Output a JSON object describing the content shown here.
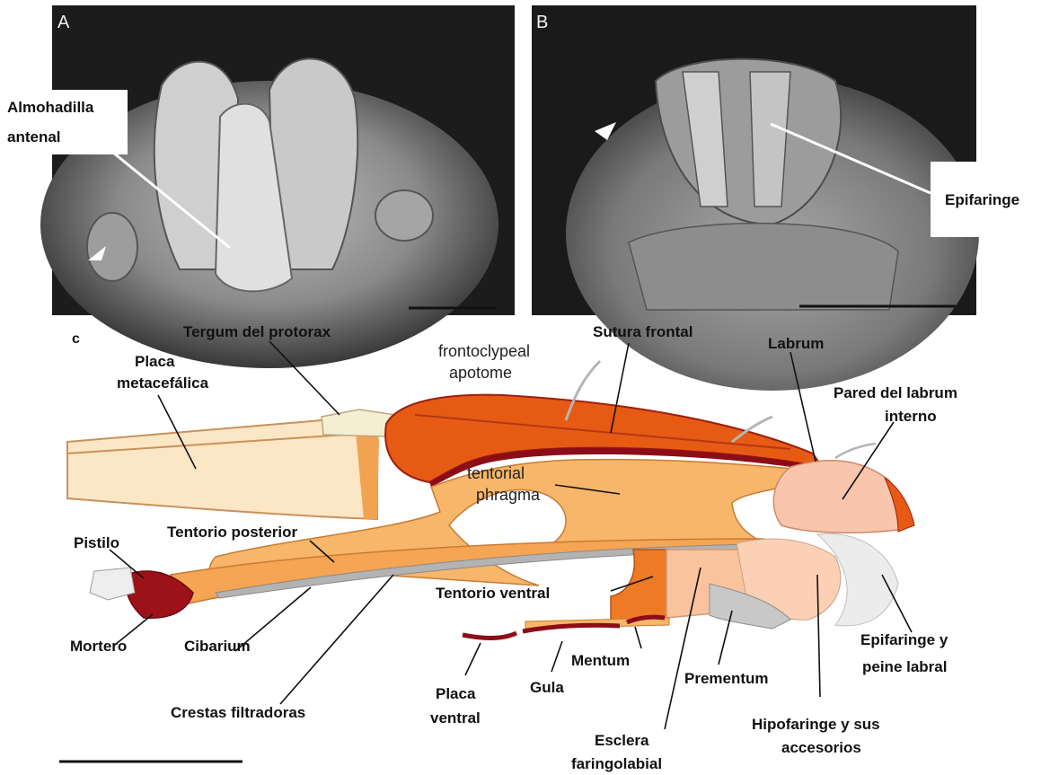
{
  "panels": {
    "a_letter": "A",
    "b_letter": "B",
    "c_letter": "c"
  },
  "labels": {
    "almohadilla_1": "Almohadilla",
    "almohadilla_2": "antenal",
    "epifaringe": "Epifaringe",
    "tergum": "Tergum del protorax",
    "placa_meta_1": "Placa",
    "placa_meta_2": "metacefálica",
    "frontoclypeal_1": "frontoclypeal",
    "frontoclypeal_2": "apotome",
    "sutura_frontal": "Sutura frontal",
    "labrum": "Labrum",
    "pared_1": "Pared del labrum",
    "pared_2": "interno",
    "tentorial_1": "tentorial",
    "tentorial_2": "phragma",
    "tentorio_posterior": "Tentorio posterior",
    "pistilo": "Pistilo",
    "mortero": "Mortero",
    "cibarium": "Cibarium",
    "tentorio_ventral": "Tentorio ventral",
    "crestas": "Crestas filtradoras",
    "placa_ventral_1": "Placa",
    "placa_ventral_2": "ventral",
    "gula": "Gula",
    "mentum": "Mentum",
    "prementum": "Prementum",
    "esclera_1": "Esclera",
    "esclera_2": "faringolabial",
    "hipofaringe_1": "Hipofaringe y sus",
    "hipofaringe_2": "accesorios",
    "epifaringe_peine_1": "Epifaringe y",
    "epifaringe_peine_2": "peine labral"
  }
}
